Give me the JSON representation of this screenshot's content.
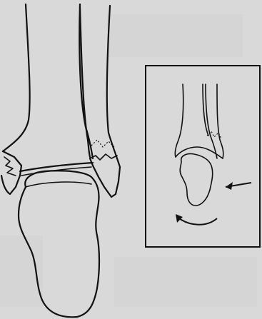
{
  "figure": {
    "background": "#d9d9d9",
    "line_color": "#111111",
    "main_view": {
      "depicts": [
        "tibia",
        "fibula",
        "talus",
        "calcaneus",
        "fracture-lines"
      ]
    },
    "inset_view": {
      "depicts": [
        "tibia",
        "fibula",
        "talus",
        "push-arrow",
        "rotation-arrow"
      ]
    }
  }
}
